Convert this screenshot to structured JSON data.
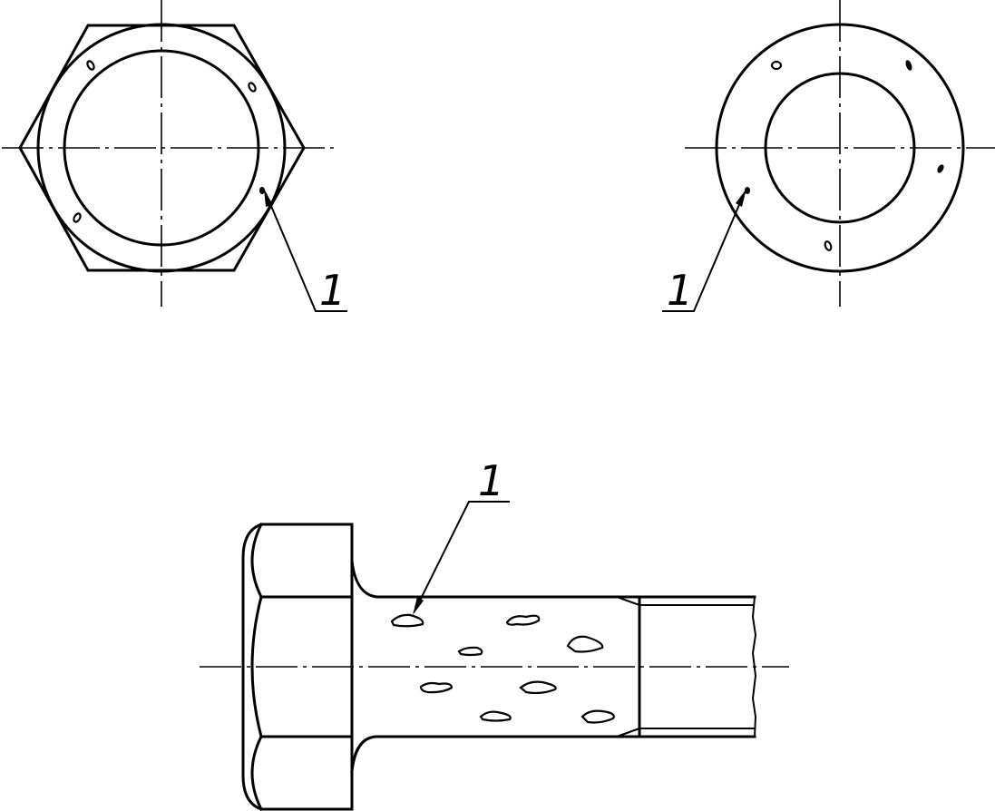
{
  "callouts": {
    "nut_end_view": "1",
    "washer_end_view": "1",
    "bolt_side_view": "1"
  }
}
